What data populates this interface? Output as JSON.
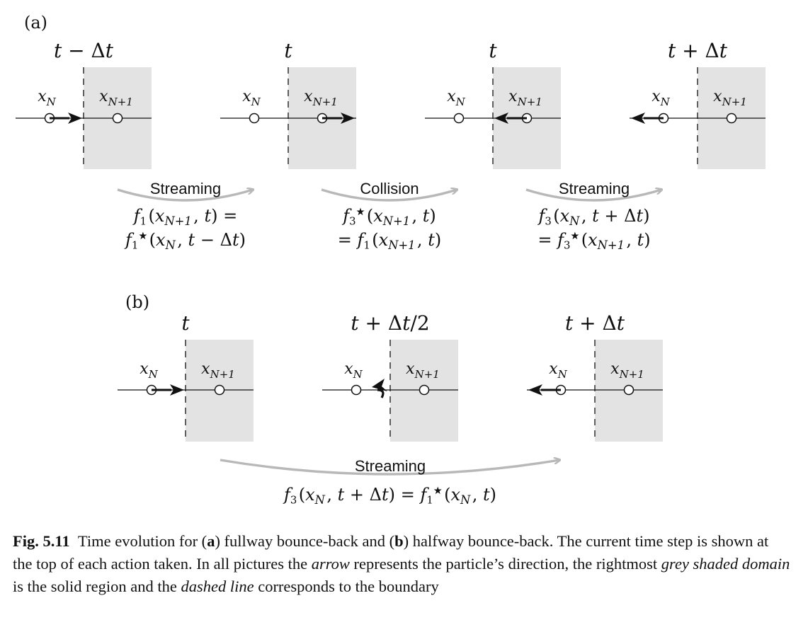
{
  "panel_a": {
    "label": "(a)",
    "frames": [
      {
        "time": "t − Δt",
        "left_node": "N",
        "right_node": "N+1",
        "arrow": "right-at-left-node"
      },
      {
        "time": "t",
        "left_node": "N",
        "right_node": "N+1",
        "arrow": "right-at-right-node"
      },
      {
        "time": "t",
        "left_node": "N",
        "right_node": "N+1",
        "arrow": "left-at-right-node"
      },
      {
        "time": "t + Δt",
        "left_node": "N",
        "right_node": "N+1",
        "arrow": "left-at-left-node"
      }
    ],
    "steps": [
      {
        "action": "Streaming",
        "eq_line1": "f1(xN+1, t) =",
        "eq_line2": "f1★(xN, t − Δt)"
      },
      {
        "action": "Collision",
        "eq_line1": "f3★(xN+1, t)",
        "eq_line2": "= f1(xN+1, t)"
      },
      {
        "action": "Streaming",
        "eq_line1": "f3(xN, t + Δt)",
        "eq_line2": "= f3★(xN+1, t)"
      }
    ]
  },
  "panel_b": {
    "label": "(b)",
    "frames": [
      {
        "time": "t",
        "left_node": "N",
        "right_node": "N+1",
        "arrow": "right-at-left-node"
      },
      {
        "time": "t + Δt/2",
        "left_node": "N",
        "right_node": "N+1",
        "arrow": "reversal-at-boundary"
      },
      {
        "time": "t + Δt",
        "left_node": "N",
        "right_node": "N+1",
        "arrow": "left-at-left-node"
      }
    ],
    "steps": [
      {
        "action": "Streaming",
        "eq_line1": "f3(xN, t + Δt) = f1★(xN, t)"
      }
    ]
  },
  "caption": {
    "fig_label": "Fig. 5.11",
    "t1": "Time evolution for (",
    "a": "a",
    "t2": ") fullway bounce-back and (",
    "b": "b",
    "t3": ") halfway bounce-back. The current time step is shown at the top of each action taken. In all pictures the ",
    "i1": "arrow",
    "t4": " represents the particle’s direction, the rightmost ",
    "i2": "grey shaded domain",
    "t5": " is the solid region and the ",
    "i3": "dashed line",
    "t6": " corresponds to the boundary"
  },
  "colors": {
    "solid_region": "#e3e3e3",
    "streaming_arrow": "#b8b8b8",
    "ink": "#111111"
  }
}
